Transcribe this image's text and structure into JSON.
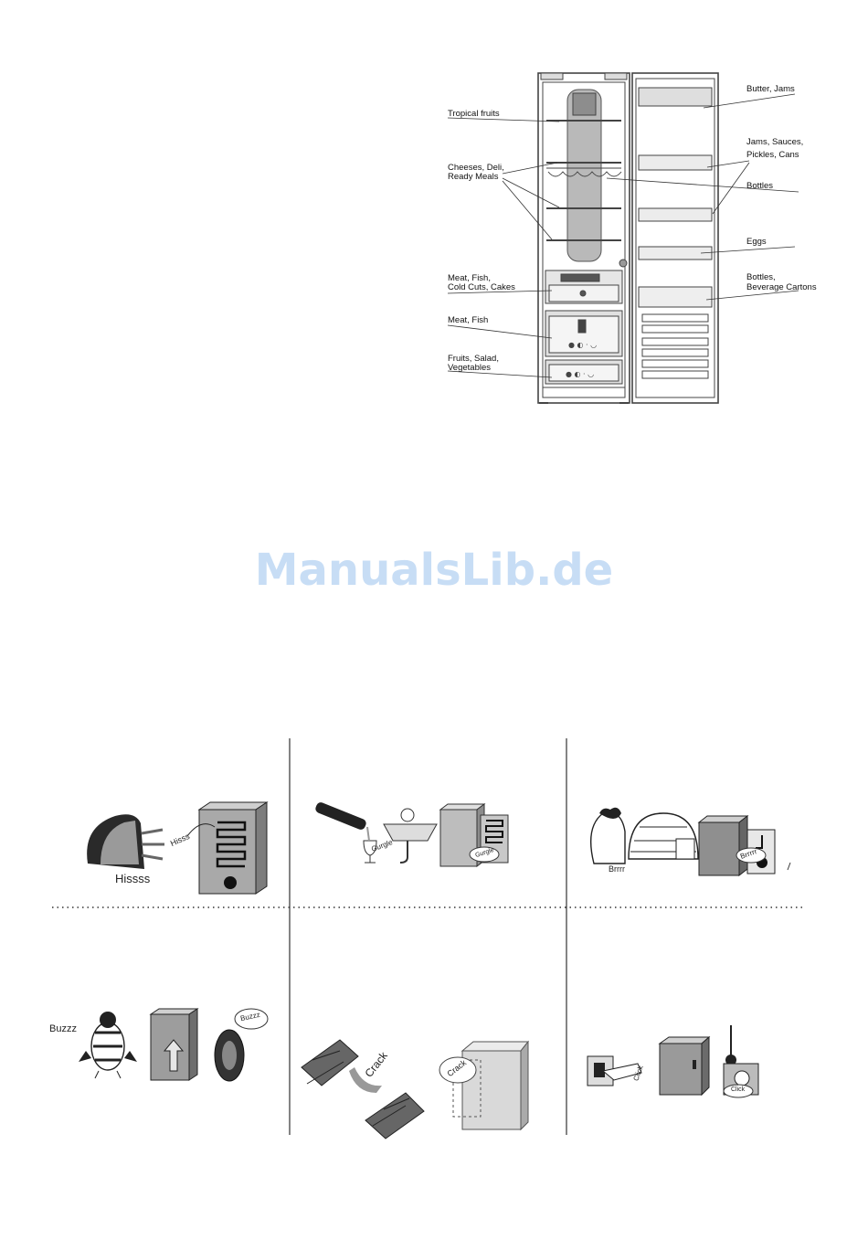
{
  "fridge": {
    "labels": {
      "tropical_fruits": "Tropical fruits",
      "cheeses_1": "Cheeses, Deli,",
      "cheeses_2": "Ready Meals",
      "meat_fish_cold_1": "Meat, Fish,",
      "meat_fish_cold_2": "Cold Cuts, Cakes",
      "meat_fish": "Meat, Fish",
      "fruits_1": "Fruits, Salad,",
      "fruits_2": "Vegetables",
      "butter_jams": "Butter, Jams",
      "jams_1": "Jams, Sauces,",
      "jams_2": "Pickles, Cans",
      "bottles": "Bottles",
      "eggs": "Eggs",
      "bottles_bev_1": "Bottles,",
      "bottles_bev_2": "Beverage Cartons"
    }
  },
  "watermark": "ManualsLib.de",
  "sounds": {
    "hisss_tag": "Hisss",
    "hissss": "Hissss",
    "gurgle_sink": "Gurgle",
    "gurgle_fridge": "Gurgle",
    "brrr_man": "Brrrr",
    "brrr_fridge": "Brrrrr",
    "buzzz_bee": "Buzzz",
    "buzzz_wheel": "Buzzz",
    "crack_wood": "Crack",
    "crack_fridge": "Crack",
    "click_switch": "Click",
    "click_timer": "Click"
  }
}
